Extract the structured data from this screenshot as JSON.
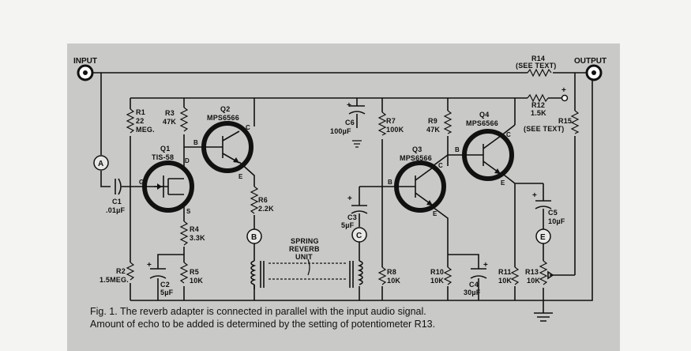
{
  "labels": {
    "input": "INPUT",
    "output": "OUTPUT",
    "r14": "R14",
    "r14_note": "(SEE TEXT)",
    "r15": "R15",
    "r15_note": "(SEE TEXT)",
    "plus": "+",
    "r1": "R1",
    "r1_val_a": "22",
    "r1_val_b": "MEG.",
    "r3": "R3",
    "r3_val": "47K",
    "q2": "Q2",
    "q2_type": "MPS6566",
    "q1": "Q1",
    "q1_type": "TIS-58",
    "c1": "C1",
    "c1_val": ".01µF",
    "r6": "R6",
    "r6_val": "2.2K",
    "r4": "R4",
    "r4_val": "3.3K",
    "r2": "R2",
    "r2_val": "1.5MEG.",
    "c2": "C2",
    "c2_val": "5µF",
    "r5": "R5",
    "r5_val": "10K",
    "spring_a": "SPRING",
    "spring_b": "REVERB",
    "spring_c": "UNIT",
    "c6": "C6",
    "c6_val": "100µF",
    "r7": "R7",
    "r7_val": "100K",
    "c3": "C3",
    "c3_val": "5µF",
    "r8": "R8",
    "r8_val": "10K",
    "q3": "Q3",
    "q3_type": "MPS6566",
    "r9": "R9",
    "r9_val": "47K",
    "q4": "Q4",
    "q4_type": "MPS6566",
    "r12": "R12",
    "r12_val": "1.5K",
    "r10": "R10",
    "r10_val": "10K",
    "c4": "C4",
    "c4_val": "30µF",
    "r11": "R11",
    "r11_val": "10K",
    "c5": "C5",
    "c5_val": "10µF",
    "r13": "R13",
    "r13_val": "10K",
    "node_a": "A",
    "node_b": "B",
    "node_c": "C",
    "node_e": "E",
    "pin_g": "G",
    "pin_d": "D",
    "pin_s": "S",
    "pin_b": "B",
    "pin_c": "C",
    "pin_e": "E"
  },
  "caption": {
    "line1": "Fig. 1. The reverb adapter is connected in parallel with the input audio signal.",
    "line2": "Amount of echo to be added is determined by the setting of potentiometer R13."
  }
}
